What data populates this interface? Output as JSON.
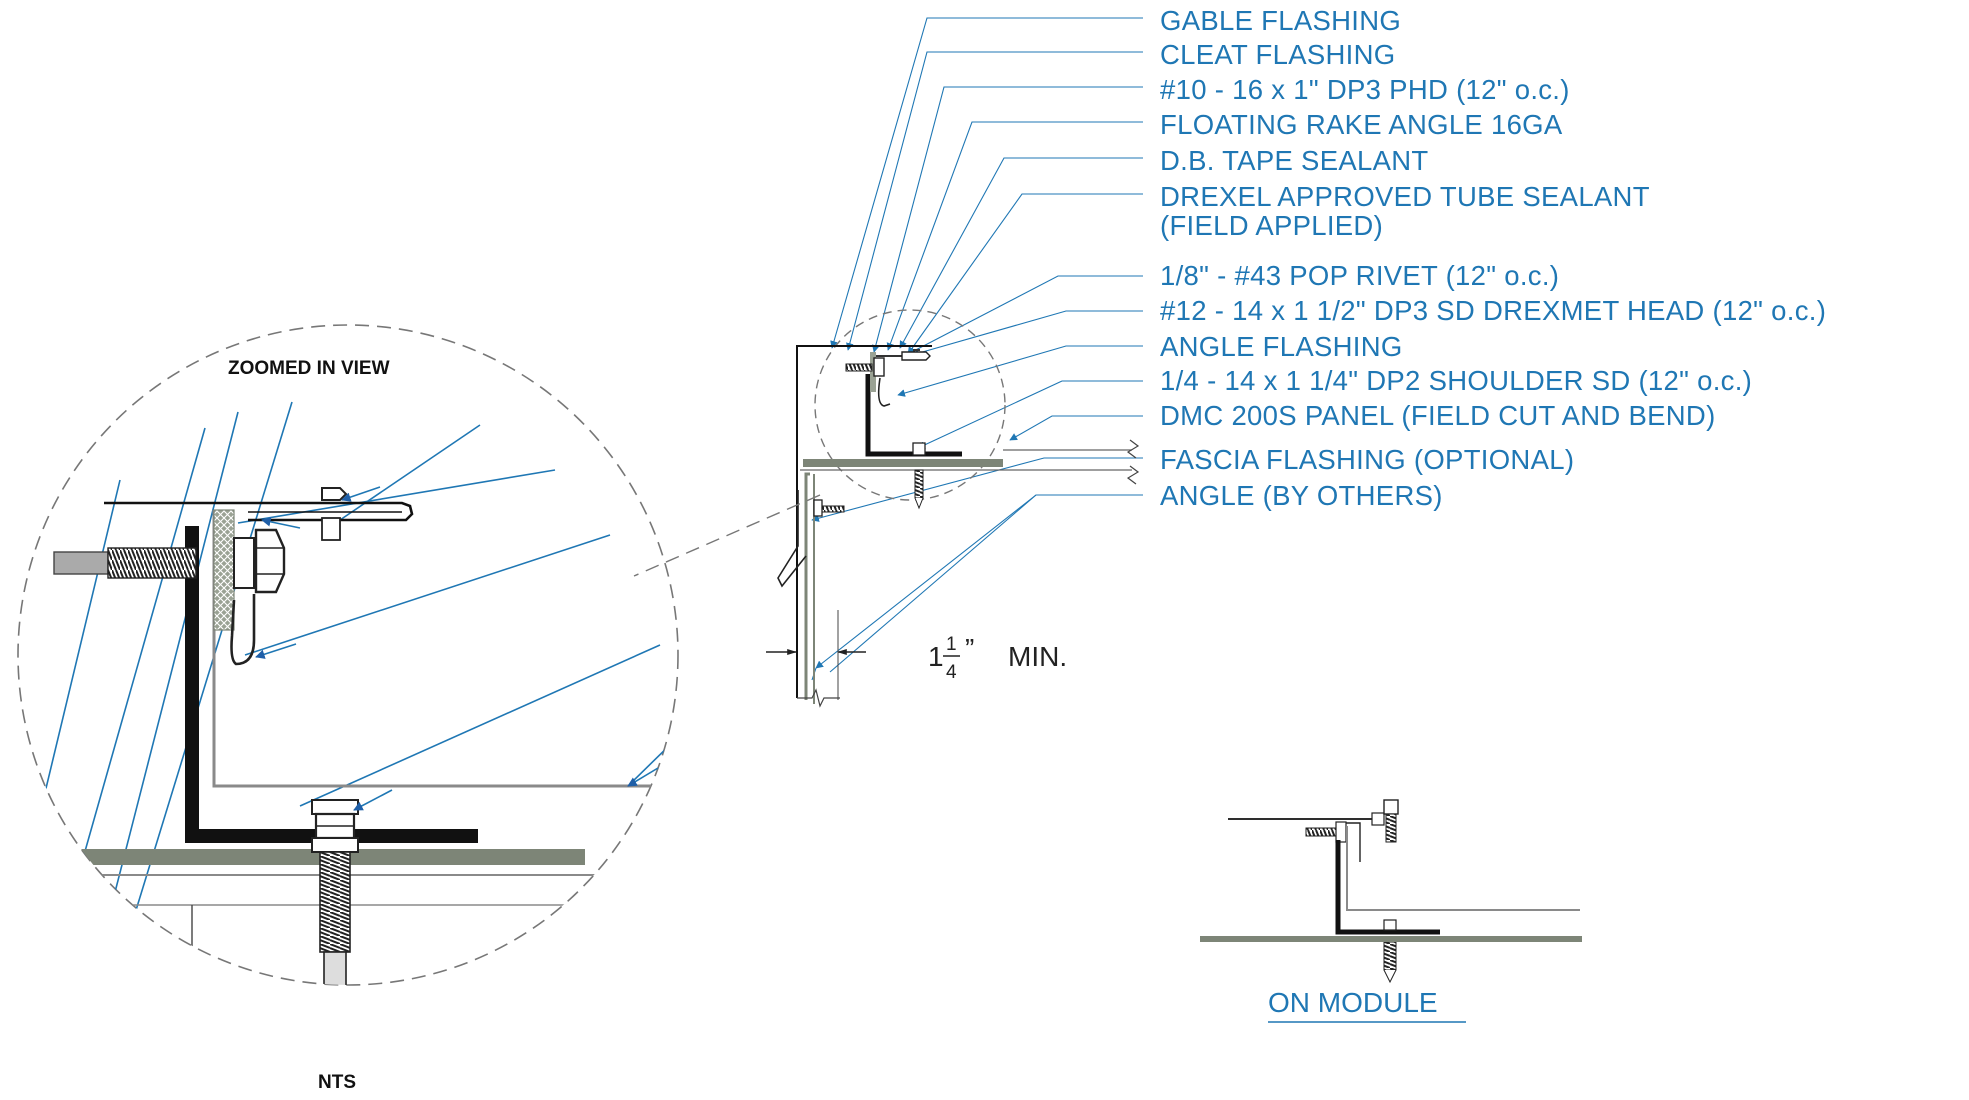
{
  "callouts": [
    "GABLE FLASHING",
    "CLEAT FLASHING",
    "#10 - 16 x 1\" DP3 PHD  (12\" o.c.)",
    "FLOATING RAKE ANGLE 16GA",
    "D.B. TAPE SEALANT",
    "DREXEL APPROVED TUBE SEALANT",
    "(FIELD APPLIED)",
    "1/8\" - #43 POP RIVET  (12\" o.c.)",
    "#12 - 14 x 1 1/2\" DP3 SD DREXMET HEAD (12\" o.c.)",
    "ANGLE FLASHING",
    "1/4 - 14 x 1 1/4\" DP2 SHOULDER SD  (12\" o.c.)",
    "DMC 200S PANEL (FIELD CUT AND BEND)",
    "FASCIA FLASHING (OPTIONAL)",
    "ANGLE (BY OTHERS)"
  ],
  "zoomed_view_label": "ZOOMED IN VIEW",
  "scale_label": "NTS",
  "dimension": {
    "whole": "1",
    "numerator": "1",
    "denominator": "4",
    "inch_mark": "”",
    "suffix": "MIN."
  },
  "module_title": "ON MODULE",
  "colors": {
    "callout_text": "#1f77b4",
    "steel_dark": "#111111",
    "deck_fill": "#7d8577",
    "sealant_fill": "#9aa294"
  }
}
